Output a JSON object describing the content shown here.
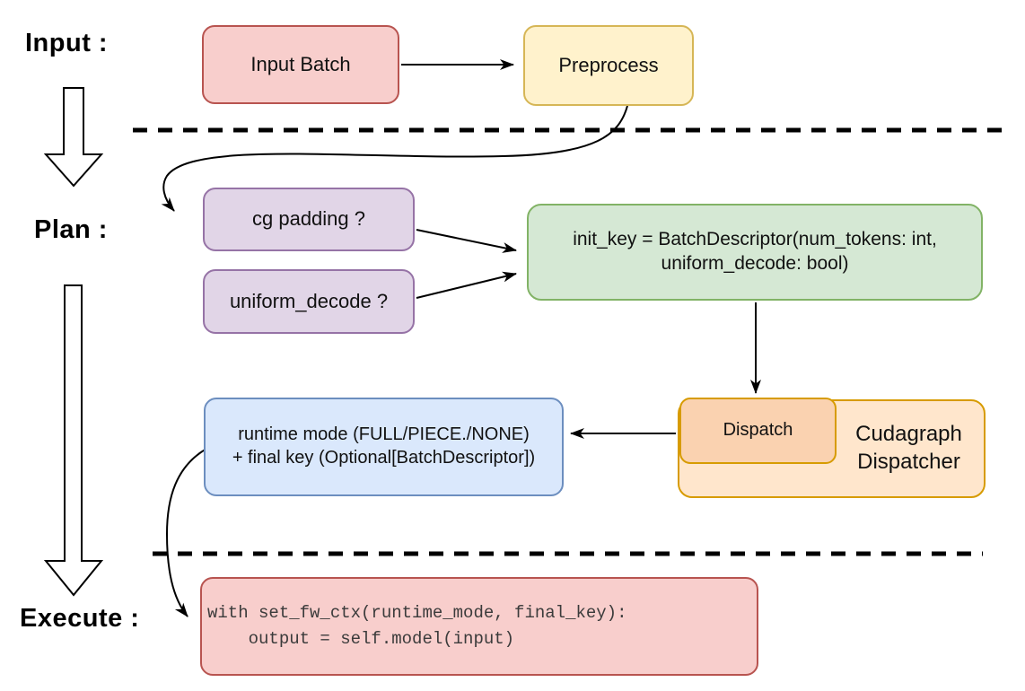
{
  "stage_labels": {
    "input": "Input :",
    "plan": "Plan :",
    "execute": "Execute :"
  },
  "nodes": {
    "input_batch": {
      "label": "Input Batch"
    },
    "preprocess": {
      "label": "Preprocess"
    },
    "cg_padding": {
      "label": "cg padding ?"
    },
    "uniform_decode": {
      "label": "uniform_decode ?"
    },
    "init_key": {
      "line1": "init_key = BatchDescriptor(num_tokens: int,",
      "line2": "uniform_decode: bool)"
    },
    "dispatch": {
      "label": "Dispatch"
    },
    "cudagraph_dispatcher": {
      "line1": "Cudagraph",
      "line2": "Dispatcher"
    },
    "runtime_result": {
      "line1": "runtime mode (FULL/PIECE./NONE)",
      "line2": "+ final key (Optional[BatchDescriptor])"
    },
    "execute_code": {
      "line1": "with set_fw_ctx(runtime_mode, final_key):",
      "line2": "    output = self.model(input)"
    }
  },
  "colors": {
    "red_fill": "#f8cecc",
    "red_border": "#b85450",
    "yellow_fill": "#fff2cc",
    "yellow_border": "#d6b656",
    "purple_fill": "#e1d5e7",
    "purple_border": "#9673a6",
    "green_fill": "#d5e8d4",
    "green_border": "#82b366",
    "orange_light_fill": "#ffe6cc",
    "orange_mid_fill": "#fad2b0",
    "orange_border": "#d79b00",
    "blue_fill": "#dae8fc",
    "blue_border": "#6c8ebf",
    "connector": "#000000"
  }
}
